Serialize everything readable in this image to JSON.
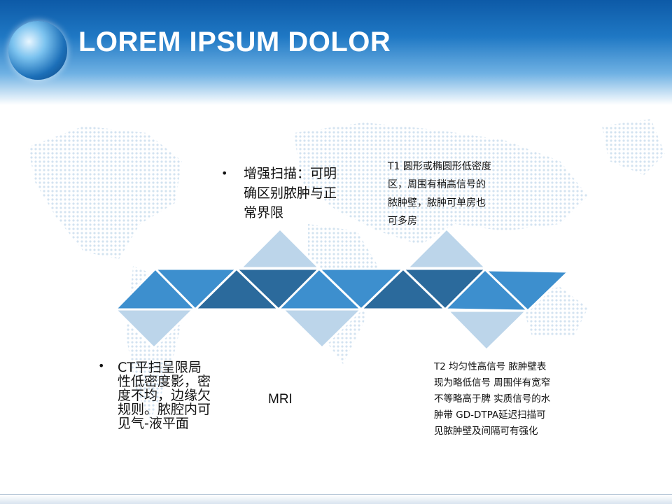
{
  "title": "LOREM IPSUM DOLOR",
  "colors": {
    "dark_blue": "#2b6a9c",
    "mid_blue": "#3d8fce",
    "light_blue": "#bcd5ea",
    "header_blue": "#1f78c4"
  },
  "items": {
    "enhanced_scan": [
      "增强扫描：可明",
      "确区别脓肿与正",
      "常界限"
    ],
    "ct_scan": [
      "CT平扫呈限局",
      "性低密度影，密",
      "度不均，边缘欠",
      "规则。脓腔内可",
      "见气-液平面"
    ],
    "mri_label": "MRI",
    "t1": [
      "T1 圆形或椭圆形低密度",
      "区，周围有稍高信号的",
      "脓肿壁，脓肿可单房也",
      "可多房"
    ],
    "t2": [
      "T2  均匀性高信号 脓肿壁表",
      "现为略低信号 周围伴有宽窄",
      "不等略高于脾 实质信号的水",
      "肿带 GD-DTPA延迟扫描可",
      "见脓肿壁及间隔可有强化"
    ]
  },
  "bullet_symbol": "•",
  "icons": {
    "globe": "globe-icon",
    "world_map": "world-map-background"
  }
}
